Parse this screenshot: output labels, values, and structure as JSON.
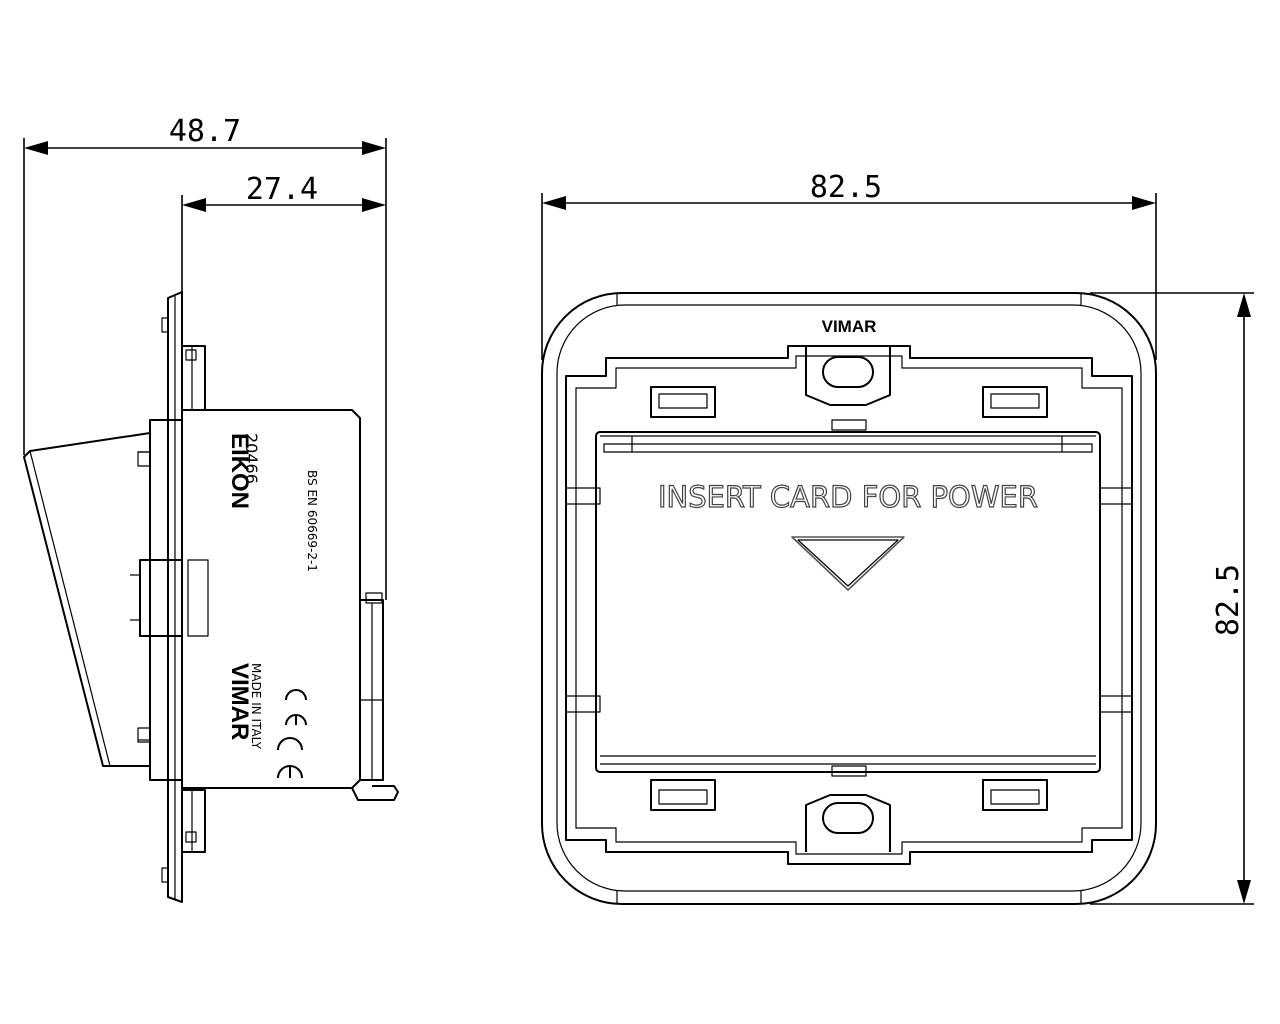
{
  "dimensions": {
    "side_total_depth": "48.7",
    "side_body_depth": "27.4",
    "front_width": "82.5",
    "front_height": "82.5"
  },
  "side_view": {
    "product_line": "EIKON",
    "article_code": "20466",
    "standard": "BS EN 60669-2-1",
    "brand": "VIMAR",
    "origin": "MADE IN ITALY",
    "mark": "CE"
  },
  "front_view": {
    "brand": "VIMAR",
    "card_instruction": "INSERT CARD FOR POWER",
    "card_arrow": "triangle-down-icon"
  }
}
